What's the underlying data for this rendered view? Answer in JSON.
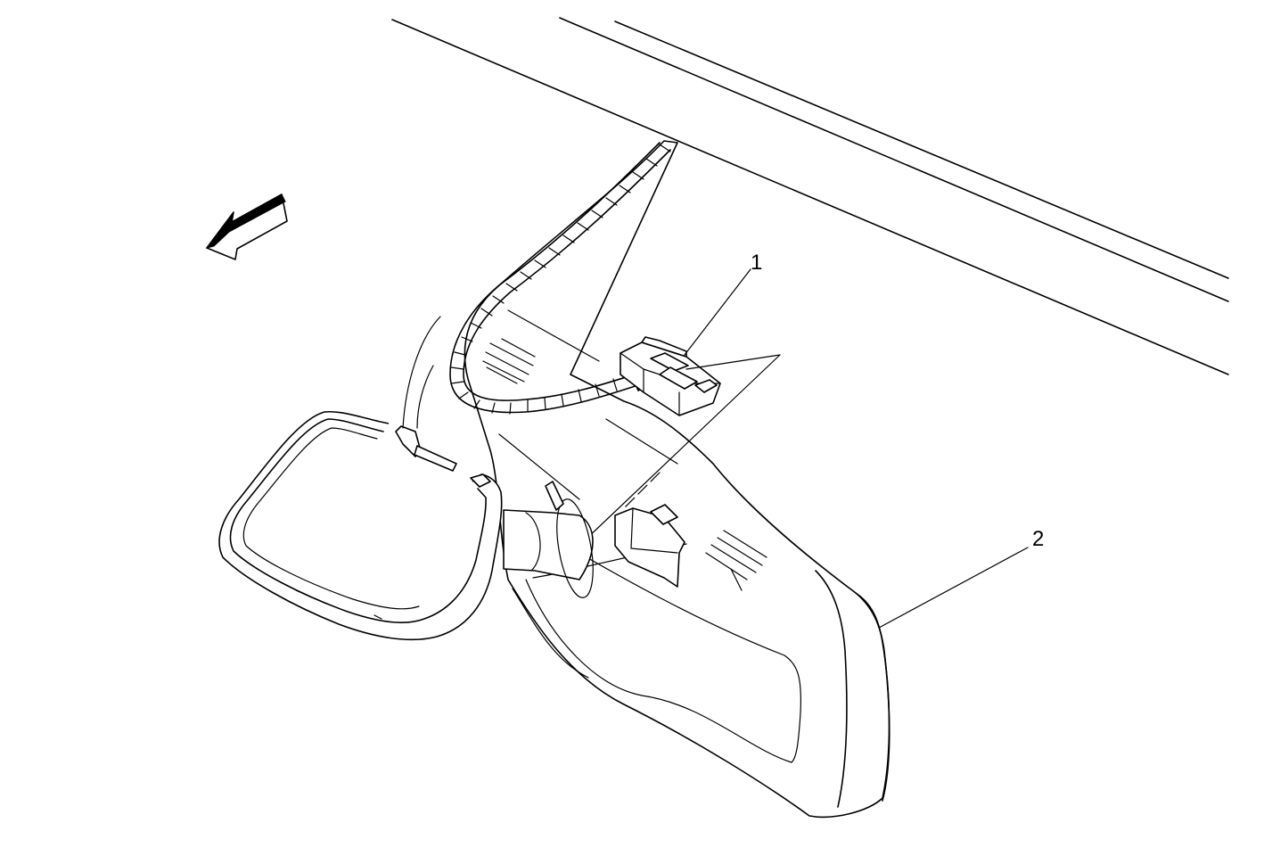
{
  "colors": {
    "ink": "#000000",
    "paper": "#ffffff"
  },
  "icons": {
    "direction_arrow": "forward-direction-arrow-icon"
  },
  "callouts": [
    {
      "id": "1",
      "label": "1"
    },
    {
      "id": "2",
      "label": "2"
    }
  ]
}
